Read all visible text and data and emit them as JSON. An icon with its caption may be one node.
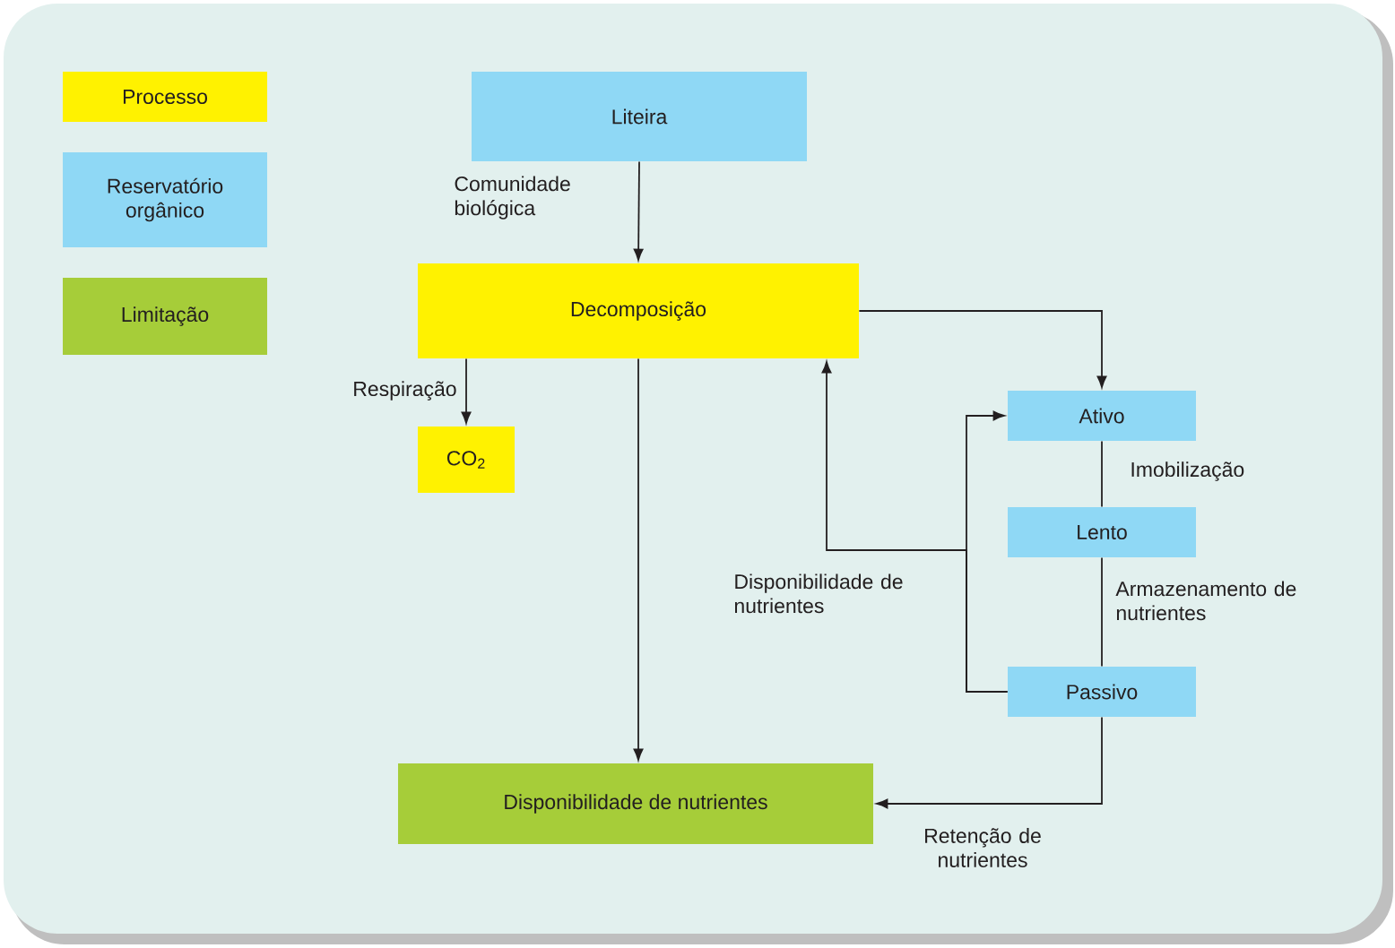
{
  "diagram": {
    "nodes": [
      {
        "text": [
          "Liteira"
        ]
      },
      {
        "text": [
          "Decomposição"
        ]
      },
      {
        "text": [
          "CO$_{2}$"
        ]
      },
      {
        "text": [
          "Disponibilidade de nutrientes"
        ]
      },
      {
        "text": [
          "Ativo"
        ]
      },
      {
        "text": [
          "Lento"
        ]
      },
      {
        "text": [
          "Passivo"
        ]
      }
    ],
    "edges": [
      {
        "from": 0,
        "to": 1,
        "arrow": "to",
        "label": "Comunidade biológica"
      },
      {
        "from": 1,
        "to": 2,
        "arrow": "to",
        "label": "Respiração"
      },
      {
        "from": 1,
        "to": 3,
        "arrow": "to"
      },
      {
        "from": 1,
        "to": 4,
        "arrow": "to"
      },
      {
        "from": 6,
        "to": 1,
        "arrow": "to",
        "label": "Disponibilidade de nutrientes"
      },
      {
        "from": 6,
        "to": 4,
        "arrow": "to"
      },
      {
        "from": 4,
        "to": 5,
        "arrow": "none",
        "label": "Imobilização"
      },
      {
        "from": 5,
        "to": 6,
        "arrow": "none",
        "label": "Armazenamento de nutrientes"
      },
      {
        "from": 6,
        "to": 3,
        "arrow": "to",
        "label": "Retenção de nutrientes"
      }
    ],
    "legend": [
      {
        "text": "Processo",
        "color": "#fff200"
      },
      {
        "text": "Reservatório orgânico",
        "color": "#8fd8f5"
      },
      {
        "text": "Limitação",
        "color": "#a6cd39"
      }
    ]
  }
}
